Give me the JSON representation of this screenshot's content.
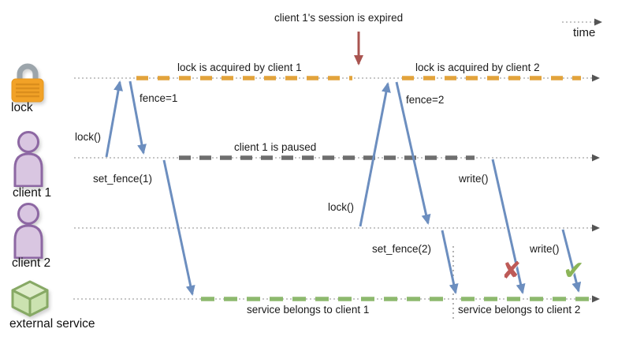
{
  "actors": [
    {
      "label": "lock",
      "icon": "padlock-icon"
    },
    {
      "label": "client 1",
      "icon": "person-icon"
    },
    {
      "label": "client 2",
      "icon": "person-icon"
    },
    {
      "label": "external service",
      "icon": "cube-icon"
    }
  ],
  "annotations": {
    "session_expired": "client 1's session is expired",
    "time": "time"
  },
  "segments": [
    {
      "label": "lock is acquired by client 1",
      "lane": "lock",
      "color": "#E2A33C"
    },
    {
      "label": "lock is acquired by client 2",
      "lane": "lock",
      "color": "#E2A33C"
    },
    {
      "label": "client 1 is paused",
      "lane": "client 1",
      "color": "#6E6E6E"
    },
    {
      "label": "service belongs to client 1",
      "lane": "external service",
      "color": "#8DB96E"
    },
    {
      "label": "service belongs to client 2",
      "lane": "external service",
      "color": "#8DB96E"
    }
  ],
  "messages": [
    {
      "label": "lock()",
      "from": "client 1",
      "to": "lock"
    },
    {
      "label": "fence=1",
      "from": "lock",
      "to": "client 1"
    },
    {
      "label": "set_fence(1)",
      "from": "client 1",
      "to": "external service"
    },
    {
      "label": "lock()",
      "from": "client 2",
      "to": "lock"
    },
    {
      "label": "fence=2",
      "from": "lock",
      "to": "client 2"
    },
    {
      "label": "set_fence(2)",
      "from": "client 2",
      "to": "external service"
    },
    {
      "label": "write()",
      "from": "client 1",
      "to": "external service",
      "result": "rejected"
    },
    {
      "label": "write()",
      "from": "client 2",
      "to": "external service",
      "result": "accepted"
    }
  ],
  "marks": {
    "rejected": "✘",
    "accepted": "✔"
  },
  "colors": {
    "message_arrow": "#6C8EBF",
    "lock_segment": "#E2A33C",
    "pause_segment": "#6E6E6E",
    "service_segment": "#8DB96E",
    "expired_arrow": "#A95450",
    "rejected_mark": "#BE5A57",
    "accepted_mark": "#8CB558"
  }
}
